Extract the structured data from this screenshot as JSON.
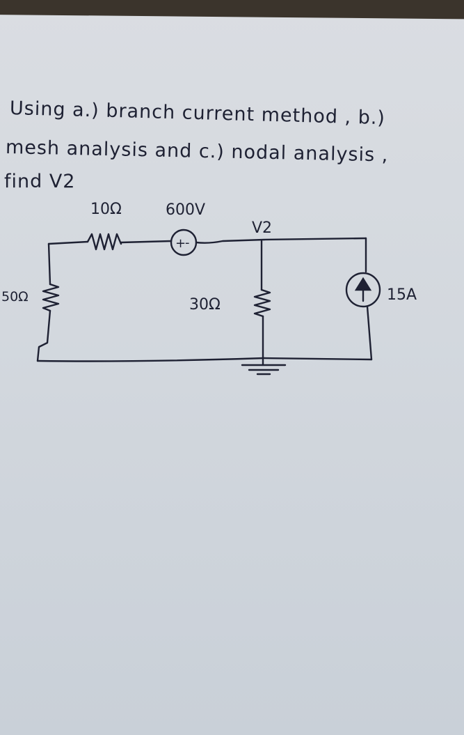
{
  "question": {
    "line1": "Using a.) branch current method , b.)",
    "line2": "mesh analysis and c.) nodal analysis ,",
    "line3": "find V2"
  },
  "circuit": {
    "r_top_label": "10Ω",
    "vsource_label": "600V",
    "vsource_plus": "+",
    "vsource_minus": "-",
    "node_label": "V2",
    "r_left_label": "50Ω",
    "r_mid_label": "30Ω",
    "isource_label": "15A"
  }
}
